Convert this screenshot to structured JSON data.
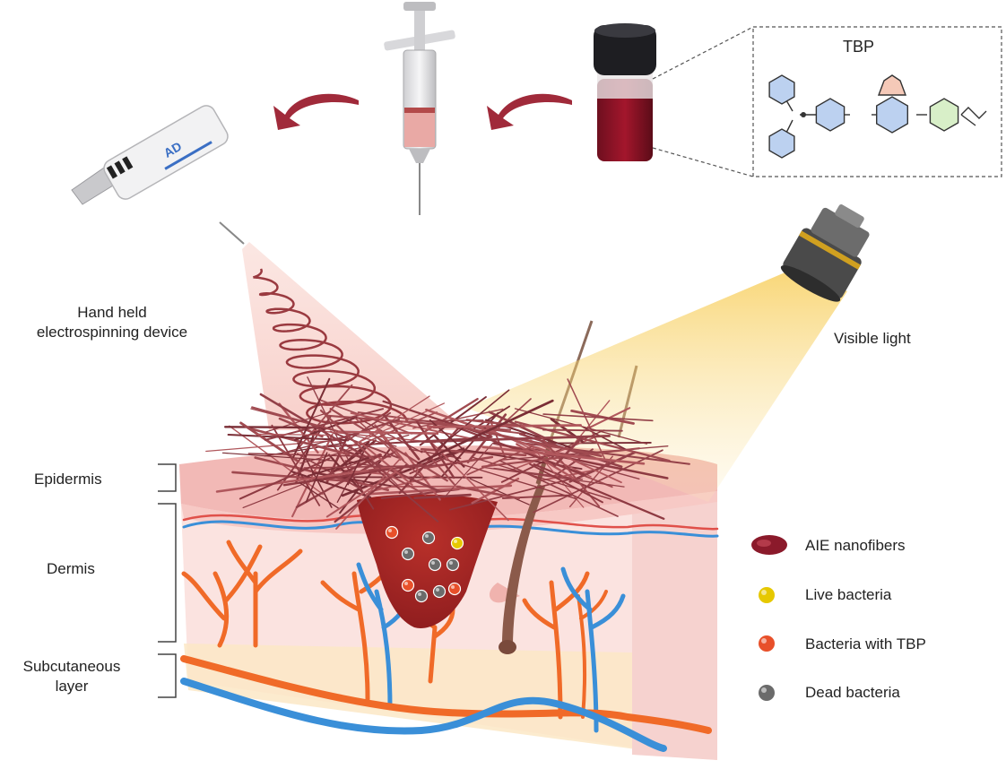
{
  "labels": {
    "device": "Hand held\nelectrospinning device",
    "light": "Visible light",
    "tbp": "TBP",
    "epidermis": "Epidermis",
    "dermis": "Dermis",
    "subcutaneous": "Subcutaneous\nlayer"
  },
  "legend": [
    {
      "key": "aie",
      "label": "AIE nanofibers",
      "color": "#8b1a2b"
    },
    {
      "key": "live",
      "label": "Live bacteria",
      "color": "#e6c800"
    },
    {
      "key": "tbp",
      "label": "Bacteria with TBP",
      "color": "#e8502a"
    },
    {
      "key": "dead",
      "label": "Dead bacteria",
      "color": "#6b6b6b"
    }
  ],
  "colors": {
    "artery": "#f06a28",
    "vein": "#3a8fd8",
    "fiber": "#9a4048",
    "skin_top": "#f3c4c2",
    "skin_side": "#f8dede",
    "light_beam": "#f6c640"
  }
}
